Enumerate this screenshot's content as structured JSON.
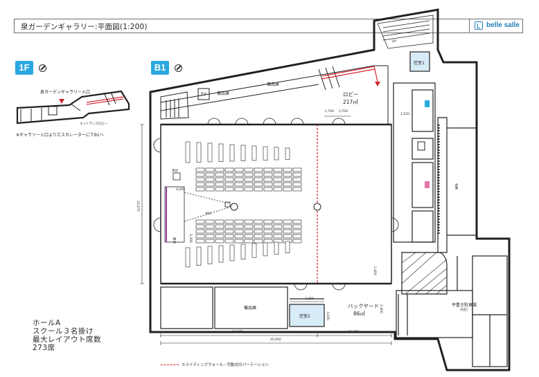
{
  "header": {
    "title": "泉ガーデンギャラリー:平面図(1:200)",
    "brand": "belle salle"
  },
  "floor_1f": {
    "badge": "1F",
    "entrance_label": "泉ガーデンギャラリー入口",
    "entrance_sub": "エントランスロビー",
    "note": "※ギャラリー入口よりエスカレーターにてB1へ"
  },
  "floor_b1": {
    "badge": "B1",
    "storage_a": "備品庫",
    "storage_b": "備品庫",
    "ev": "EV",
    "lobby_name": "ロビー",
    "lobby_area": "217㎡",
    "dim_1700_a": "1,700",
    "dim_1700_b": "1,700",
    "dim_1520": "1,520",
    "control_room_1": "控室1",
    "control_room_2": "控室2",
    "backyard_name": "バックヤード",
    "backyard_area": "86㎡",
    "storage_bottom": "備品庫",
    "parking_name": "平置き駐車場",
    "parking_sub": "(6台)",
    "dim_7300": "7,300",
    "dim_2400_a": "2,400",
    "dim_2400_b": "2,400",
    "dim_3100": "3,100",
    "dim_left": "22,675",
    "dim_bottom_a": "23,675",
    "dim_bottom_b": "11,375",
    "dim_bottom_total": "35,050",
    "dim_4000": "4,000",
    "dim_900": "900",
    "dim_5300": "5,300",
    "stage_label": "舞台",
    "up_label": "UP",
    "storage_side": "倉庫",
    "stand_label": "演台"
  },
  "hall_info": {
    "line1": "ホールA",
    "line2": "スクール３名掛け",
    "line3": "最大レイアウト席数",
    "line4": "273席"
  },
  "legend": {
    "text": "スライディングウォール／可動式のパーテーション"
  },
  "colors": {
    "accent_blue": "#2aa7df",
    "room_fill": "#d7ecf7",
    "wall": "#231f20",
    "partition_red": "#d2232a",
    "stage_purple": "#9b3fa0"
  }
}
